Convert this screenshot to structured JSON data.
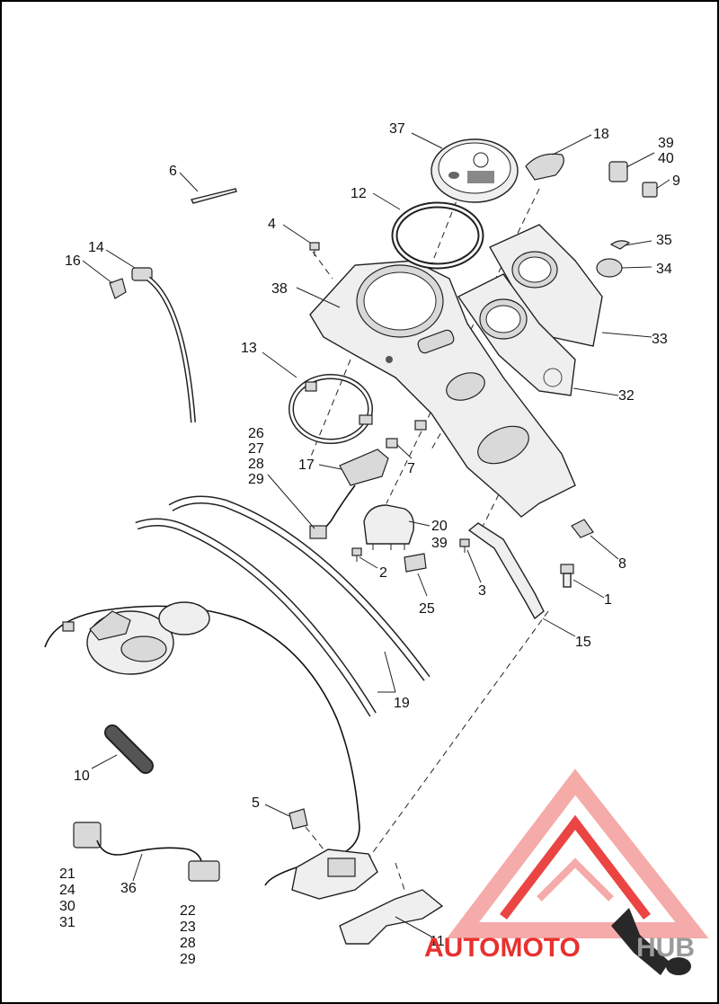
{
  "labels": {
    "l1": "1",
    "l2": "2",
    "l3": "3",
    "l4": "4",
    "l5": "5",
    "l6": "6",
    "l7": "7",
    "l8": "8",
    "l9": "9",
    "l10": "10",
    "l11": "11",
    "l12": "12",
    "l13": "13",
    "l14": "14",
    "l15": "15",
    "l16": "16",
    "l17": "17",
    "l18": "18",
    "l19": "19",
    "l20_39": [
      "20",
      "39"
    ],
    "l21_31": [
      "21",
      "24",
      "30",
      "31"
    ],
    "l22_29": [
      "22",
      "23",
      "28",
      "29"
    ],
    "l25": "25",
    "l26_29": [
      "26",
      "27",
      "28",
      "29"
    ],
    "l32": "32",
    "l33": "33",
    "l34": "34",
    "l35": "35",
    "l36": "36",
    "l37": "37",
    "l38": "38",
    "l39_40": [
      "39",
      "40"
    ]
  },
  "watermark": {
    "text_a": "AUTOMOTO",
    "text_b": "HUB",
    "color": "#e8312f",
    "color_light": "#f4a3a0"
  }
}
